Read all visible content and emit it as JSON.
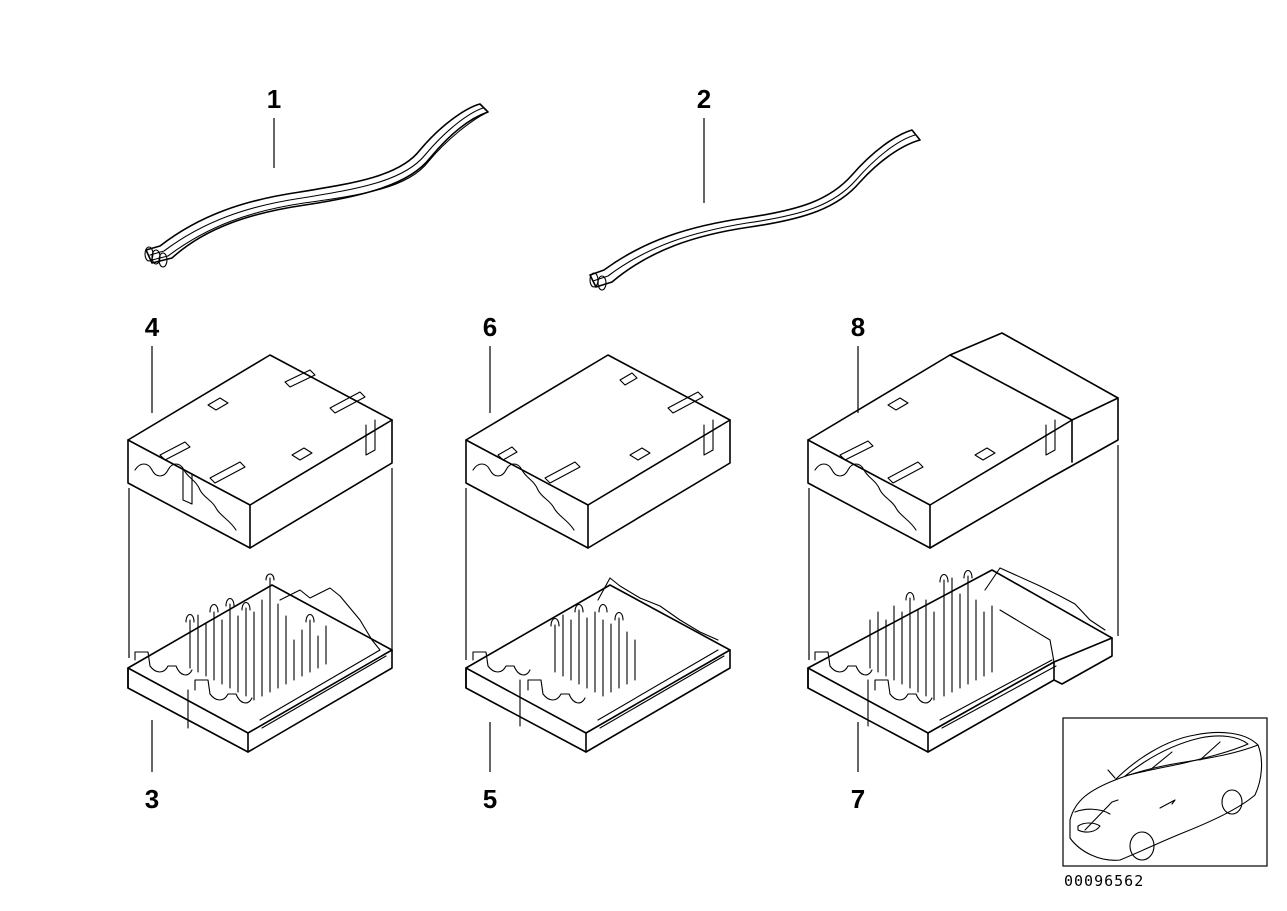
{
  "callouts": {
    "c1": "1",
    "c2": "2",
    "c3": "3",
    "c4": "4",
    "c5": "5",
    "c6": "6",
    "c7": "7",
    "c8": "8"
  },
  "document_number": "00096562",
  "icons": {
    "cable_3": "flat-ribbon-cable-icon",
    "cable_2": "flat-ribbon-cable-icon",
    "cover": "connector-cover-icon",
    "terminal_block": "terminal-block-icon",
    "vehicle": "car-locator-icon"
  }
}
